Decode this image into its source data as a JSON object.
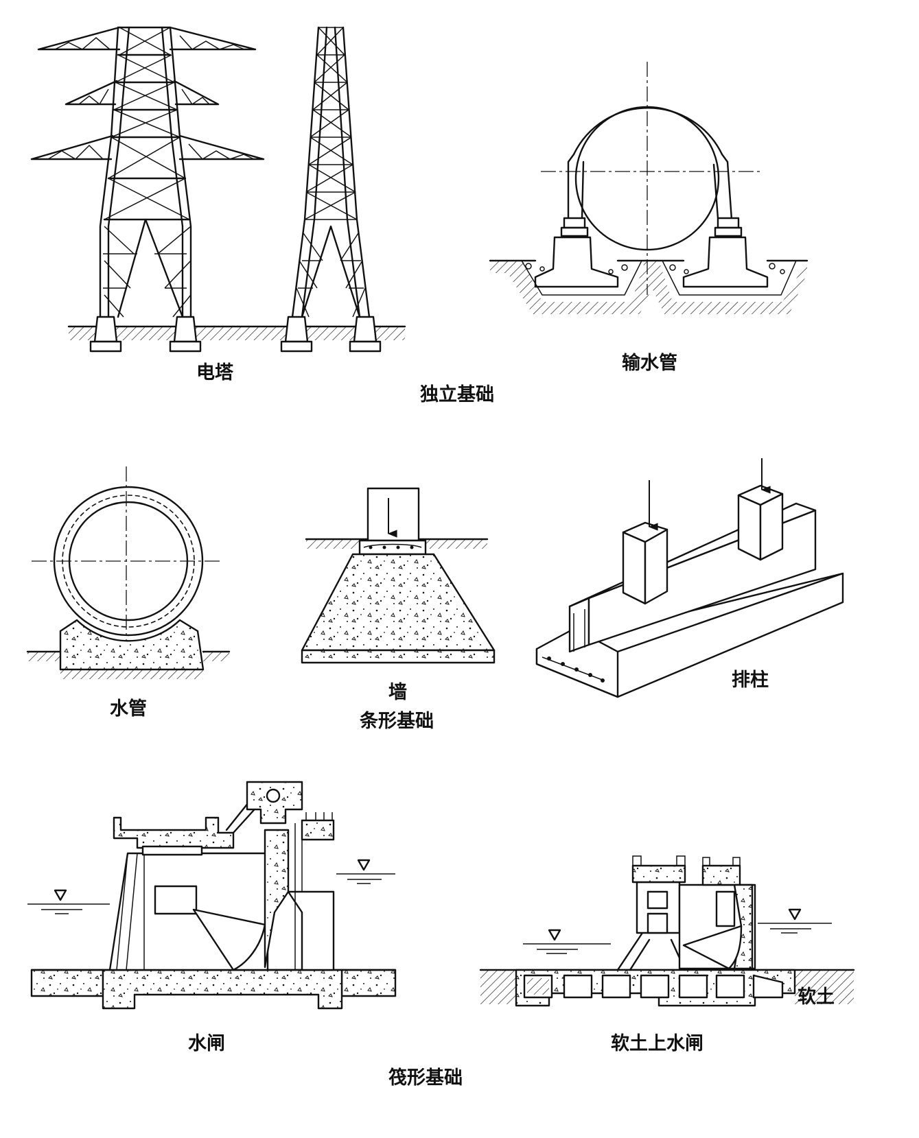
{
  "groups": {
    "isolated": {
      "title": "独立基础",
      "items": {
        "tower": "电塔",
        "pipeline": "输水管"
      }
    },
    "strip": {
      "title": "条形基础",
      "items": {
        "water_pipe": "水管",
        "wall": "墙",
        "column_row": "排柱"
      }
    },
    "raft": {
      "title": "筏形基础",
      "items": {
        "sluice": "水闸",
        "soft_sluice": "软土上水闸",
        "soft_soil": "软土"
      }
    }
  }
}
